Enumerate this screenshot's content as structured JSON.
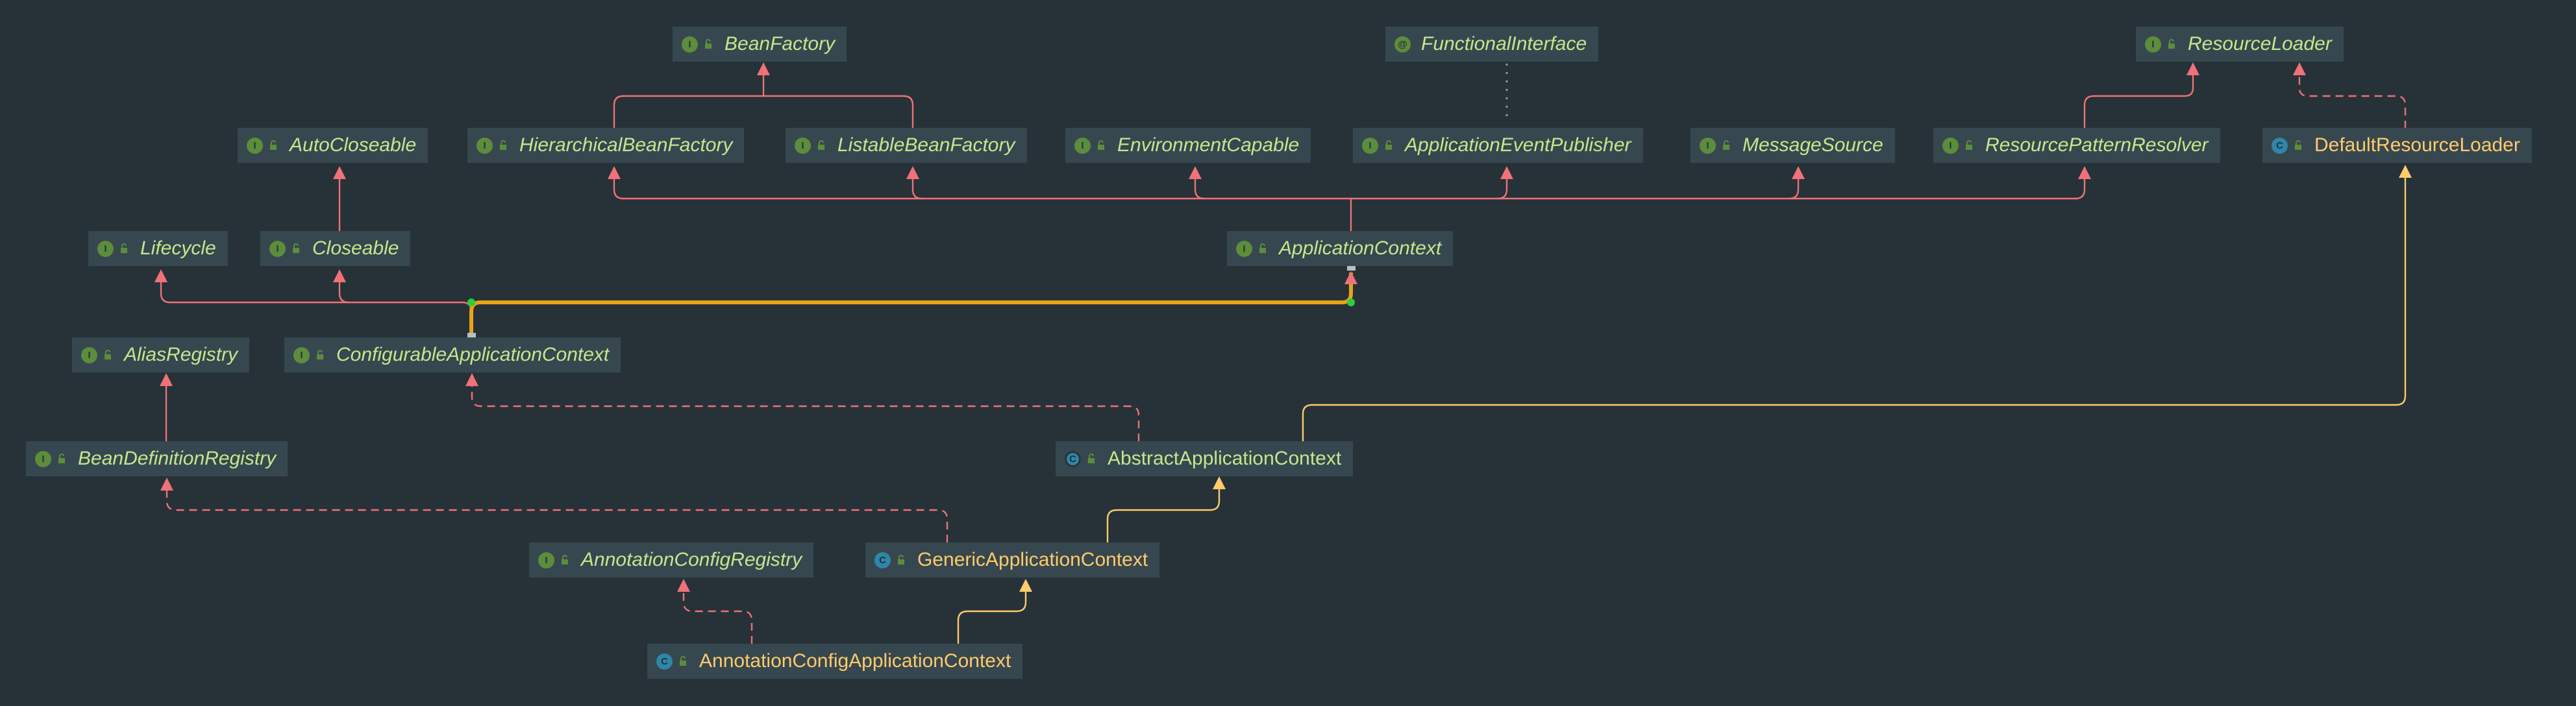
{
  "diagram": {
    "colors": {
      "background": "#263238",
      "node_fill": "#37474f",
      "interface_text": "#c3e88d",
      "class_text": "#ffcb6b",
      "realization_edge": "#f07178",
      "generalization_edge": "#ffcb6b",
      "highlight_edge": "#e8a317"
    },
    "legend_kinds": {
      "interface": "I",
      "class": "C",
      "abstract": "C",
      "annotation": "@"
    },
    "nodes": {
      "bean_factory": {
        "label": "BeanFactory",
        "kind": "interface"
      },
      "functional_interface": {
        "label": "FunctionalInterface",
        "kind": "annotation"
      },
      "resource_loader": {
        "label": "ResourceLoader",
        "kind": "interface"
      },
      "auto_closeable": {
        "label": "AutoCloseable",
        "kind": "interface"
      },
      "hierarchical_bean_factory": {
        "label": "HierarchicalBeanFactory",
        "kind": "interface"
      },
      "listable_bean_factory": {
        "label": "ListableBeanFactory",
        "kind": "interface"
      },
      "environment_capable": {
        "label": "EnvironmentCapable",
        "kind": "interface"
      },
      "application_event_publisher": {
        "label": "ApplicationEventPublisher",
        "kind": "interface"
      },
      "message_source": {
        "label": "MessageSource",
        "kind": "interface"
      },
      "resource_pattern_resolver": {
        "label": "ResourcePatternResolver",
        "kind": "interface"
      },
      "default_resource_loader": {
        "label": "DefaultResourceLoader",
        "kind": "class"
      },
      "lifecycle": {
        "label": "Lifecycle",
        "kind": "interface"
      },
      "closeable": {
        "label": "Closeable",
        "kind": "interface"
      },
      "application_context": {
        "label": "ApplicationContext",
        "kind": "interface"
      },
      "alias_registry": {
        "label": "AliasRegistry",
        "kind": "interface"
      },
      "configurable_application_context": {
        "label": "ConfigurableApplicationContext",
        "kind": "interface"
      },
      "bean_definition_registry": {
        "label": "BeanDefinitionRegistry",
        "kind": "interface"
      },
      "abstract_application_context": {
        "label": "AbstractApplicationContext",
        "kind": "abstract"
      },
      "annotation_config_registry": {
        "label": "AnnotationConfigRegistry",
        "kind": "interface"
      },
      "generic_application_context": {
        "label": "GenericApplicationContext",
        "kind": "class"
      },
      "annotation_config_application_context": {
        "label": "AnnotationConfigApplicationContext",
        "kind": "class"
      }
    }
  }
}
